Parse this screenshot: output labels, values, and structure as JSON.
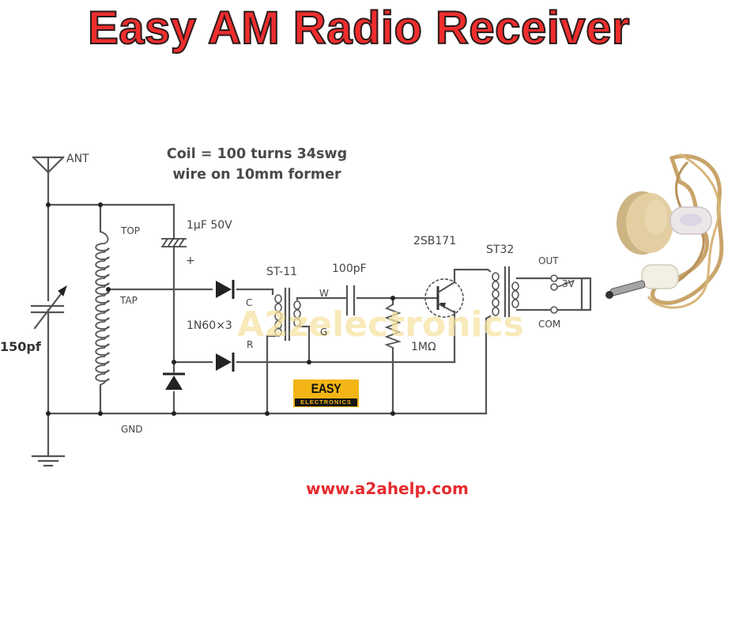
{
  "title": "Easy AM Radio Receiver",
  "coil_note": {
    "line1": "Coil =  100 turns 34swg",
    "line2": "wire on 10mm former"
  },
  "website": "www.a2ahelp.com",
  "watermark": "A2zelectronics",
  "badge": {
    "top": "EASY",
    "bottom": "ELECTRONICS"
  },
  "labels": {
    "antenna": "ANT",
    "coil_top": "TOP",
    "coil_tap": "TAP",
    "ground": "GND",
    "variable_capacitor": "150pf",
    "electrolytic_capacitor": "1µF 50V",
    "plus": "+",
    "diodes": "1N60×3",
    "st11_transformer": "ST-11",
    "st11_pin_c": "C",
    "st11_pin_r": "R",
    "st11_pin_w": "W",
    "st11_pin_g": "G",
    "coupling_capacitor": "100pF",
    "resistor": "1MΩ",
    "transistor": "2SB171",
    "st32_transformer": "ST32",
    "output": "OUT",
    "common": "COM",
    "jack_pin": "3V"
  },
  "colors": {
    "title_red": "#ee2d2d",
    "url_red": "#e52b2f",
    "badge_yellow": "#f3b515",
    "wire": "#555555",
    "watermark": "#f6e3a3"
  }
}
